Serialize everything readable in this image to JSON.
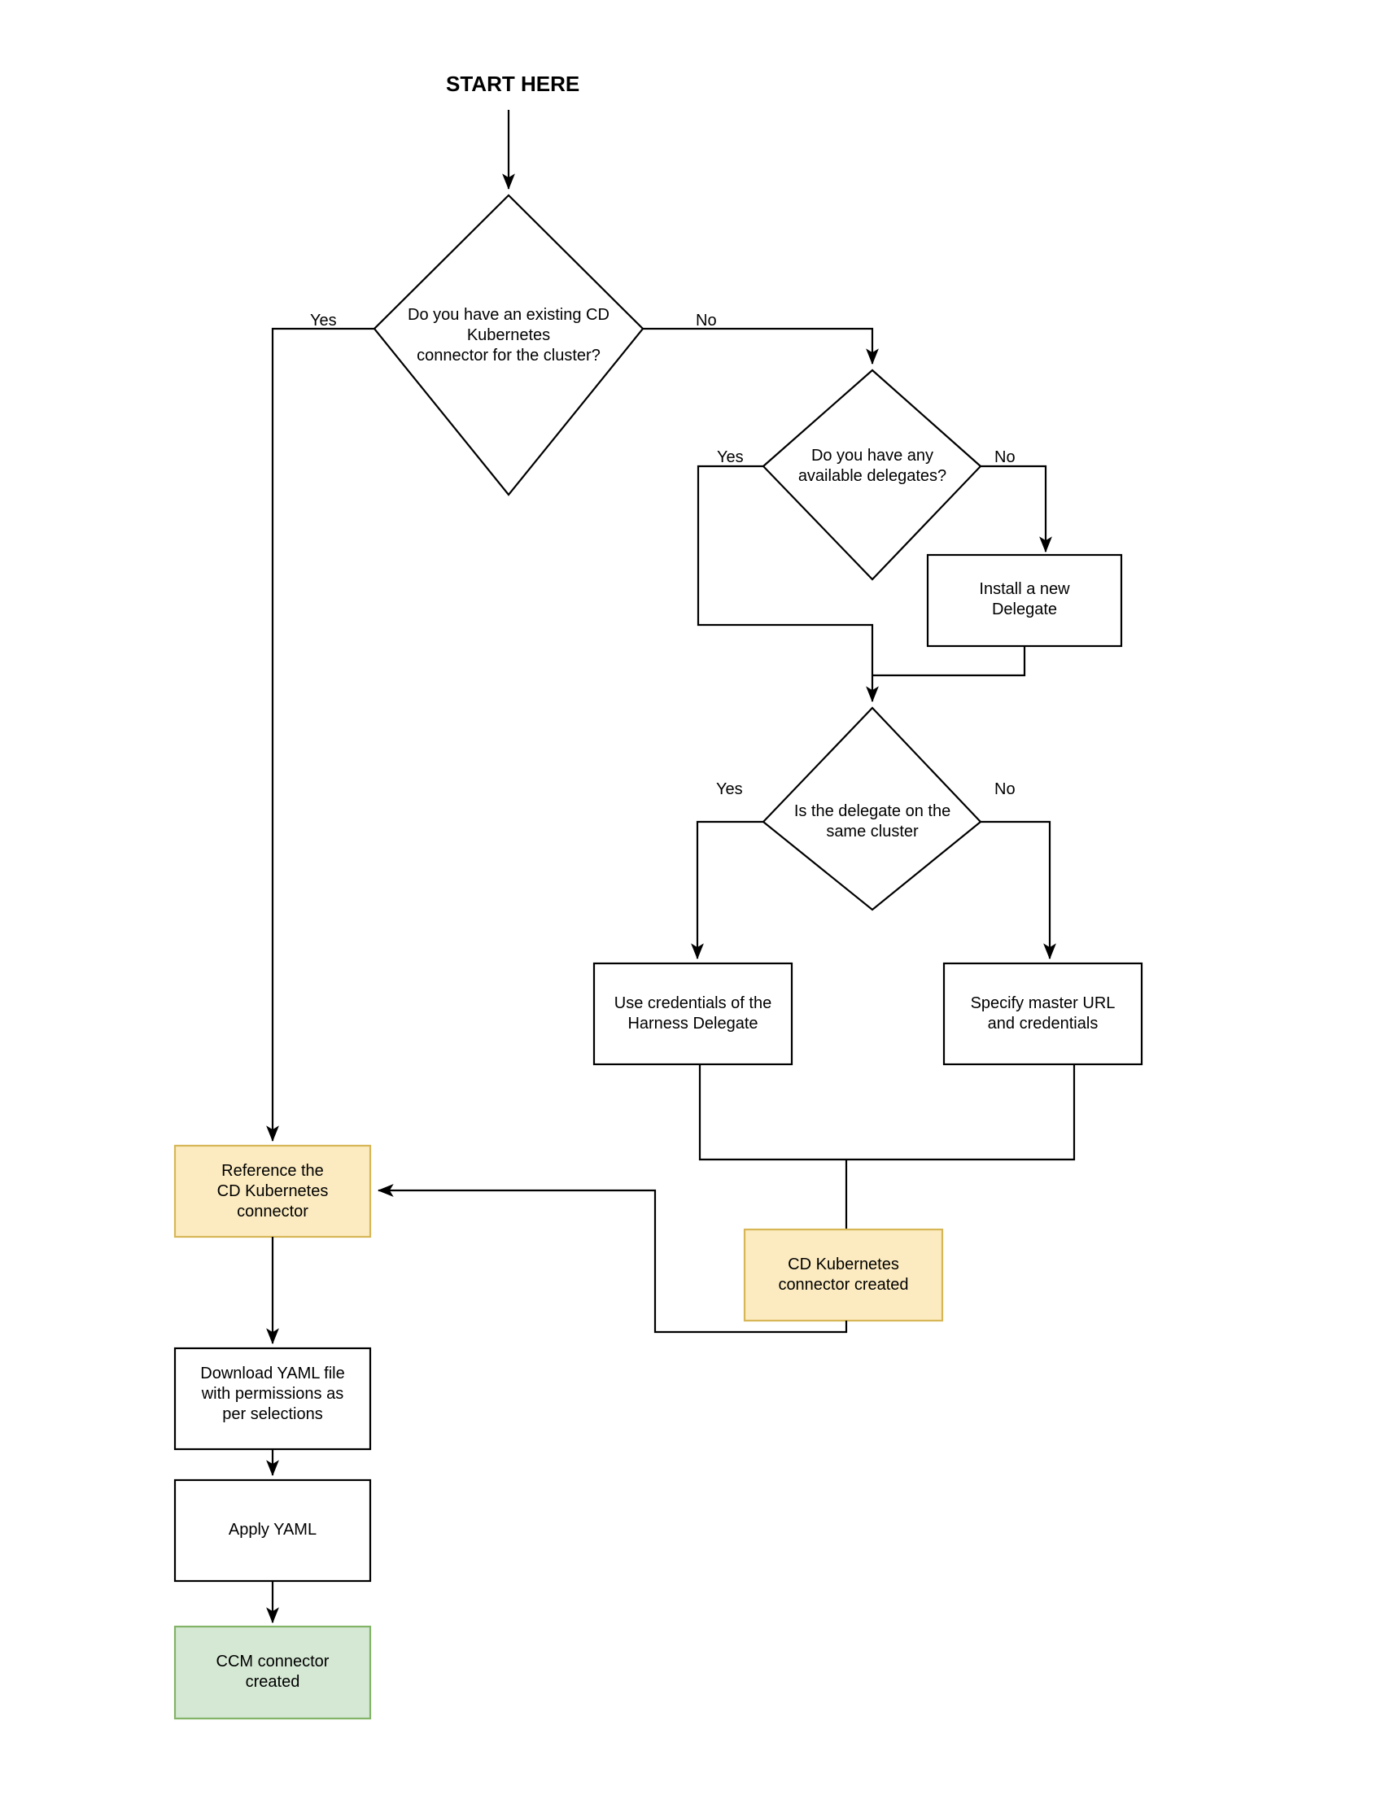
{
  "diagram": {
    "title": "START HERE",
    "type": "flowchart",
    "colors": {
      "stroke": "#000000",
      "background": "#ffffff",
      "yellow_fill": "#fcebc0",
      "yellow_stroke": "#d6b656",
      "green_fill": "#d5e8d4",
      "green_stroke": "#82b366",
      "white_fill": "#ffffff"
    },
    "nodes": [
      {
        "id": "start",
        "kind": "label",
        "text": "START HERE"
      },
      {
        "id": "d1",
        "kind": "decision",
        "text": "Do you have an existing CD\nKubernetes\nconnector for the cluster?"
      },
      {
        "id": "d2",
        "kind": "decision",
        "text": "Do you have any\navailable delegates?"
      },
      {
        "id": "install-delegate",
        "kind": "process",
        "text": "Install a new\nDelegate"
      },
      {
        "id": "d3",
        "kind": "decision",
        "text": "Is the delegate on the\nsame cluster"
      },
      {
        "id": "use-credentials",
        "kind": "process",
        "text": "Use credentials of the\nHarness Delegate"
      },
      {
        "id": "specify-master-url",
        "kind": "process",
        "text": "Specify master URL\nand credentials"
      },
      {
        "id": "reference-connector",
        "kind": "process-yellow",
        "text": "Reference the\nCD Kubernetes\nconnector"
      },
      {
        "id": "cd-connector-created",
        "kind": "process-yellow",
        "text": "CD Kubernetes\nconnector created"
      },
      {
        "id": "download-yaml",
        "kind": "process",
        "text": "Download YAML file\nwith permissions as\nper selections"
      },
      {
        "id": "apply-yaml",
        "kind": "process",
        "text": "Apply YAML"
      },
      {
        "id": "ccm-connector-created",
        "kind": "terminal-green",
        "text": "CCM connector\ncreated"
      }
    ],
    "edge_labels": {
      "d1_yes": "Yes",
      "d1_no": "No",
      "d2_yes": "Yes",
      "d2_no": "No",
      "d3_yes": "Yes",
      "d3_no": "No"
    },
    "edges": [
      {
        "from": "start",
        "to": "d1",
        "label": ""
      },
      {
        "from": "d1",
        "to": "reference-connector",
        "label": "Yes"
      },
      {
        "from": "d1",
        "to": "d2",
        "label": "No"
      },
      {
        "from": "d2",
        "to": "d3",
        "label": "Yes"
      },
      {
        "from": "d2",
        "to": "install-delegate",
        "label": "No"
      },
      {
        "from": "install-delegate",
        "to": "d3",
        "label": ""
      },
      {
        "from": "d3",
        "to": "use-credentials",
        "label": "Yes"
      },
      {
        "from": "d3",
        "to": "specify-master-url",
        "label": "No"
      },
      {
        "from": "use-credentials",
        "to": "cd-connector-created",
        "label": ""
      },
      {
        "from": "specify-master-url",
        "to": "cd-connector-created",
        "label": ""
      },
      {
        "from": "cd-connector-created",
        "to": "reference-connector",
        "label": ""
      },
      {
        "from": "reference-connector",
        "to": "download-yaml",
        "label": ""
      },
      {
        "from": "download-yaml",
        "to": "apply-yaml",
        "label": ""
      },
      {
        "from": "apply-yaml",
        "to": "ccm-connector-created",
        "label": ""
      }
    ]
  }
}
